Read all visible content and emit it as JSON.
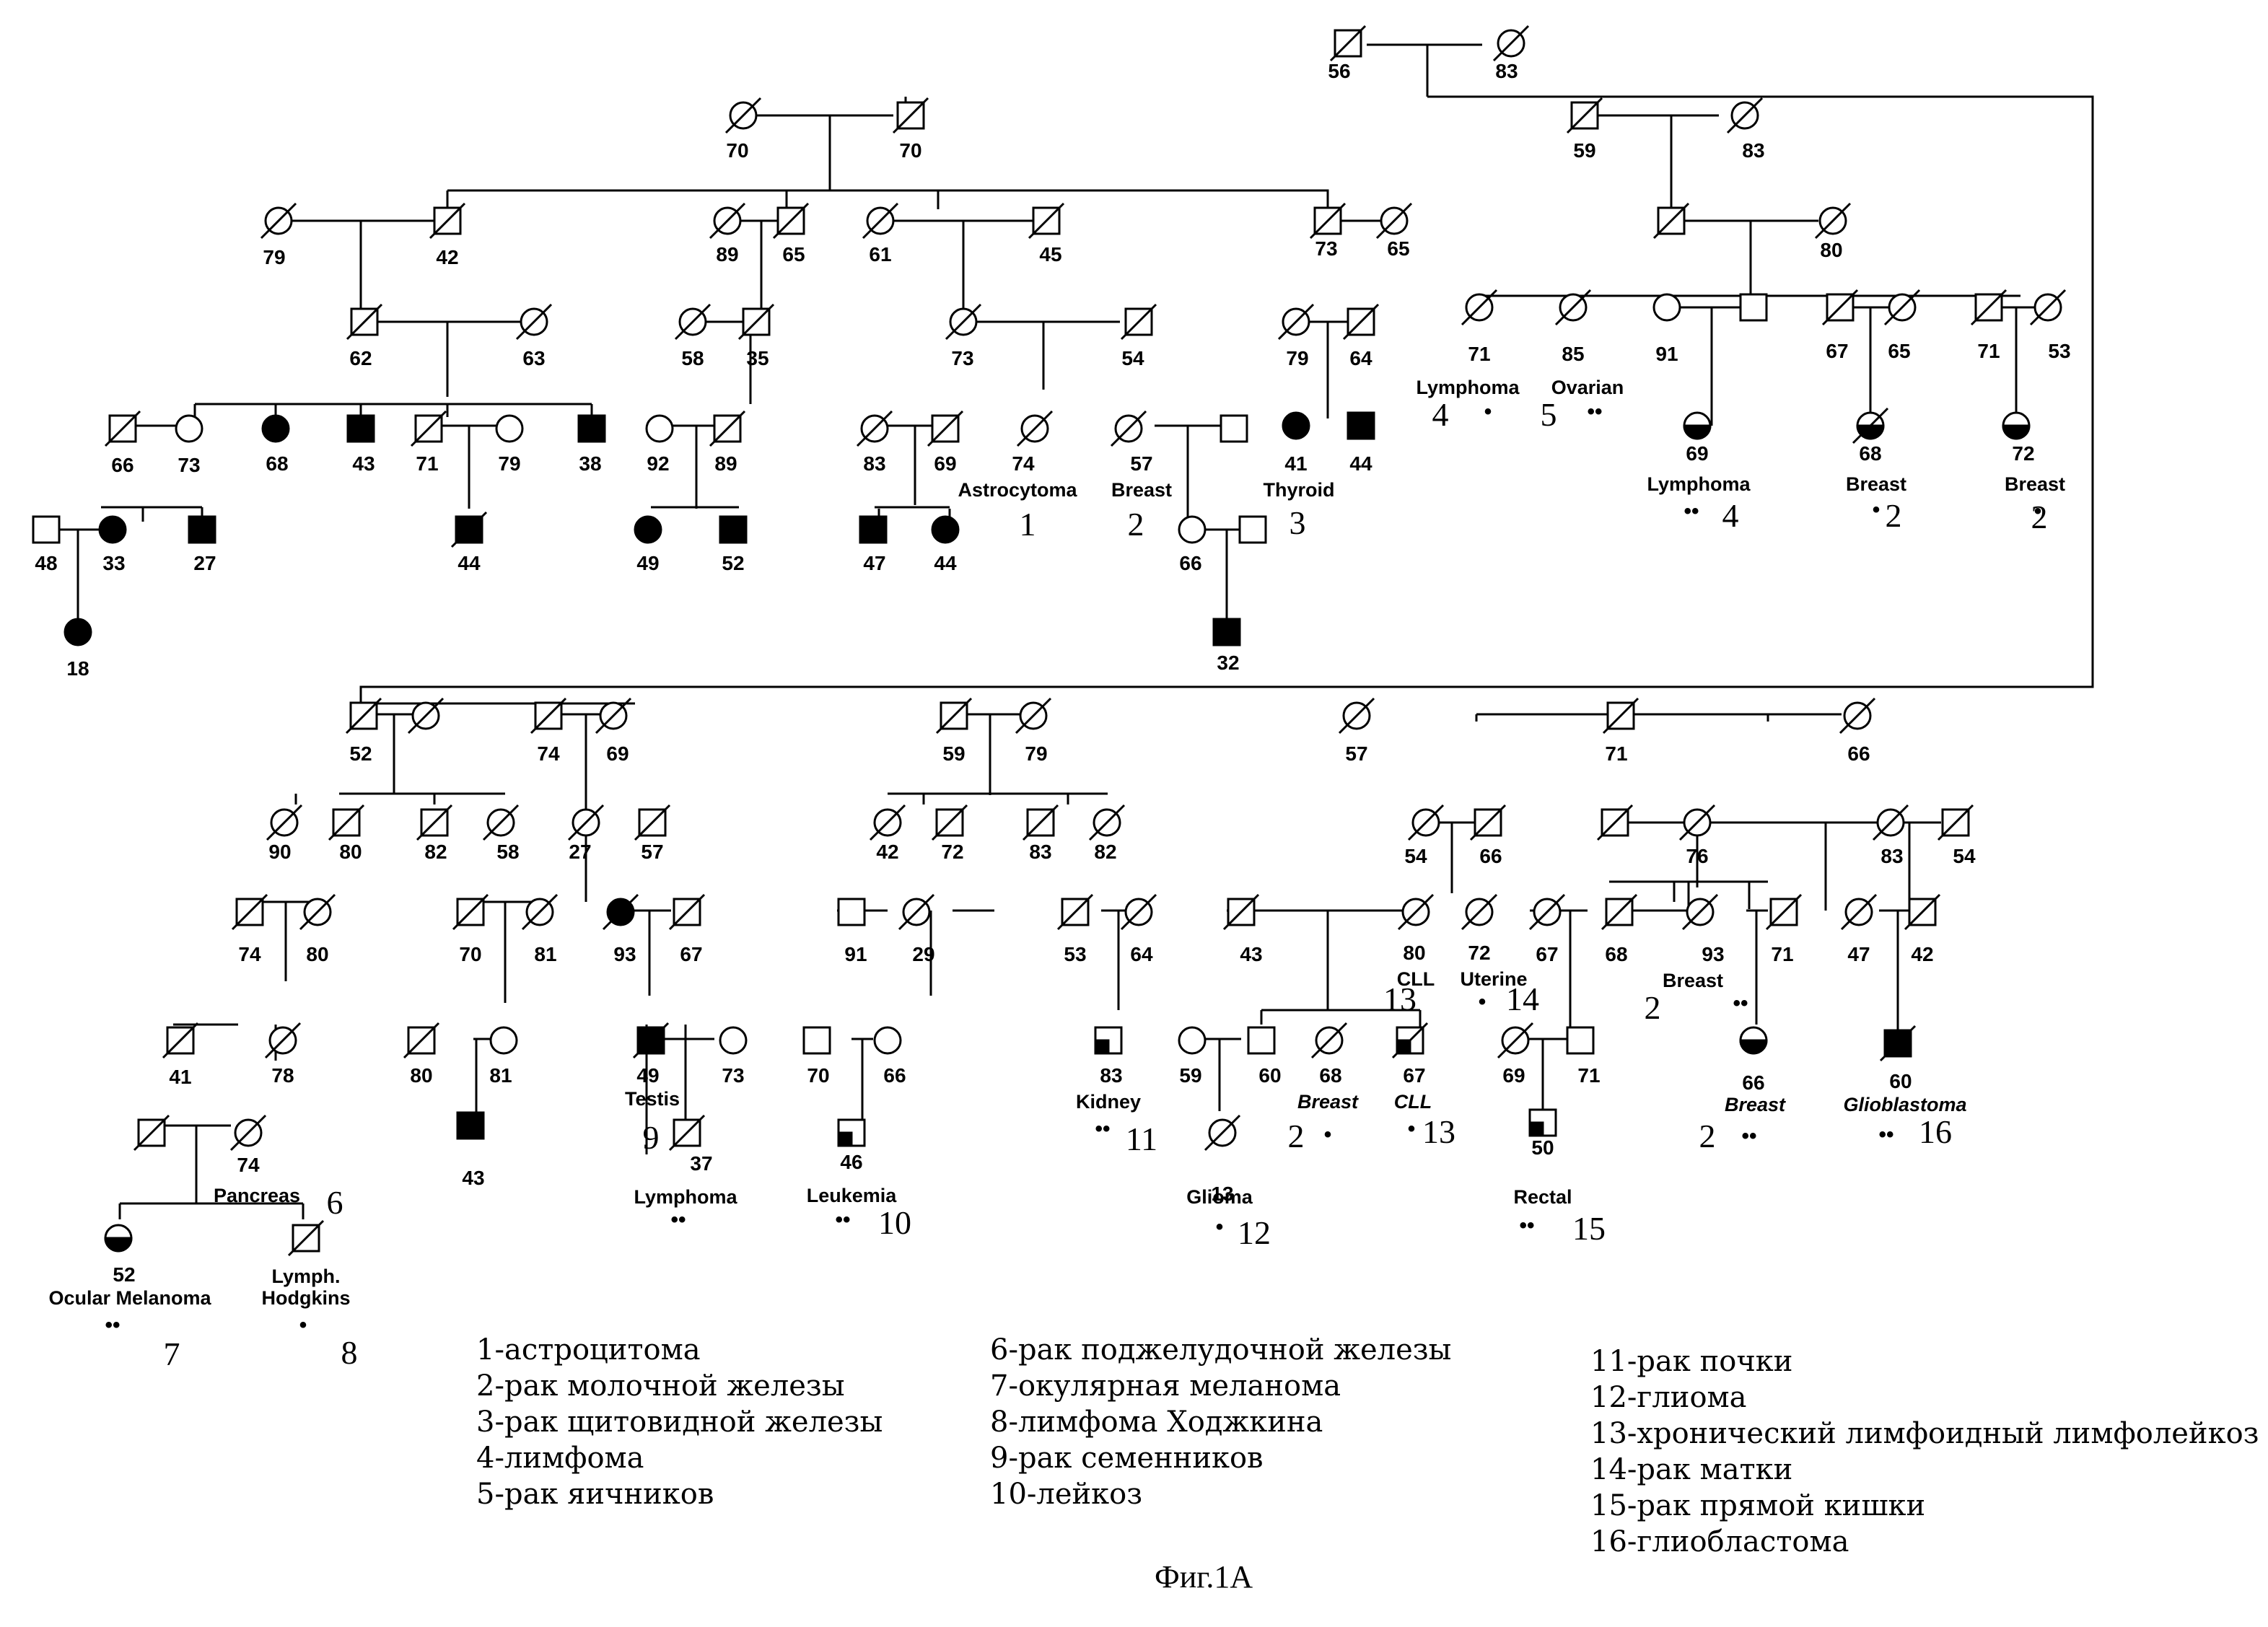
{
  "pedigree": {
    "ages": [
      "56",
      "83",
      "70",
      "70",
      "59",
      "83",
      "79",
      "42",
      "89",
      "65",
      "61",
      "45",
      "73",
      "65",
      "80",
      "62",
      "63",
      "58",
      "35",
      "73",
      "54",
      "79",
      "64",
      "71",
      "85",
      "91",
      "67",
      "65",
      "71",
      "53",
      "66",
      "73",
      "68",
      "43",
      "71",
      "79",
      "38",
      "92",
      "89",
      "83",
      "69",
      "74",
      "57",
      "41",
      "44",
      "69",
      "68",
      "72",
      "48",
      "33",
      "27",
      "44",
      "49",
      "52",
      "47",
      "44",
      "66",
      "32",
      "18",
      "52",
      "74",
      "69",
      "59",
      "79",
      "57",
      "71",
      "66",
      "90",
      "80",
      "82",
      "58",
      "27",
      "57",
      "42",
      "72",
      "83",
      "82",
      "54",
      "66",
      "76",
      "83",
      "54",
      "74",
      "80",
      "70",
      "81",
      "93",
      "67",
      "91",
      "29",
      "53",
      "64",
      "43",
      "80",
      "72",
      "67",
      "68",
      "93",
      "71",
      "47",
      "42",
      "41",
      "78",
      "80",
      "81",
      "49",
      "73",
      "70",
      "66",
      "83",
      "59",
      "60",
      "68",
      "67",
      "69",
      "71",
      "66",
      "60",
      "74",
      "43",
      "37",
      "46",
      "13",
      "50",
      "52"
    ],
    "diagnoses": {
      "lymphoma_71": "Lymphoma",
      "ovarian_85": "Ovarian",
      "lymphoma_69": "Lymphoma",
      "breast_68": "Breast",
      "breast_72": "Breast",
      "astrocytoma": "Astrocytoma",
      "breast_57": "Breast",
      "thyroid": "Thyroid",
      "cll_80": "CLL",
      "uterine": "Uterine",
      "breast_93": "Breast",
      "testis": "Testis",
      "kidney": "Kidney",
      "breast_68b": "Breast",
      "cll_67": "CLL",
      "breast_66": "Breast",
      "glioblastoma": "Glioblastoma",
      "pancreas": "Pancreas",
      "lymphoma_37": "Lymphoma",
      "leukemia": "Leukemia",
      "glioma": "Glioma",
      "rectal": "Rectal",
      "ocular": "Ocular Melanoma",
      "lymph": "Lymph.",
      "hodgkins": "Hodgkins"
    },
    "cancer_codes": [
      "4",
      "5",
      "4",
      "2",
      "2",
      "1",
      "2",
      "3",
      "13",
      "14",
      "2",
      "9",
      "11",
      "2",
      "13",
      "2",
      "16",
      "6",
      "10",
      "12",
      "15",
      "7",
      "8"
    ],
    "mark_single": "•",
    "mark_double": "••"
  },
  "legend": {
    "col1": [
      "1-астроцитома",
      "2-рак молочной железы",
      "3-рак щитовидной железы",
      "4-лимфома",
      "5-рак яичников"
    ],
    "col2": [
      "6-рак поджелудочной железы",
      "7-окулярная меланома",
      "8-лимфома Ходжкина",
      "9-рак семенников",
      "10-лейкоз"
    ],
    "col3": [
      "11-рак почки",
      "12-глиома",
      "13-хронический лимфоидный лимфолейкоз",
      "14-рак матки",
      "15-рак прямой кишки",
      "16-глиобластома"
    ]
  },
  "caption": "Фиг.1А"
}
